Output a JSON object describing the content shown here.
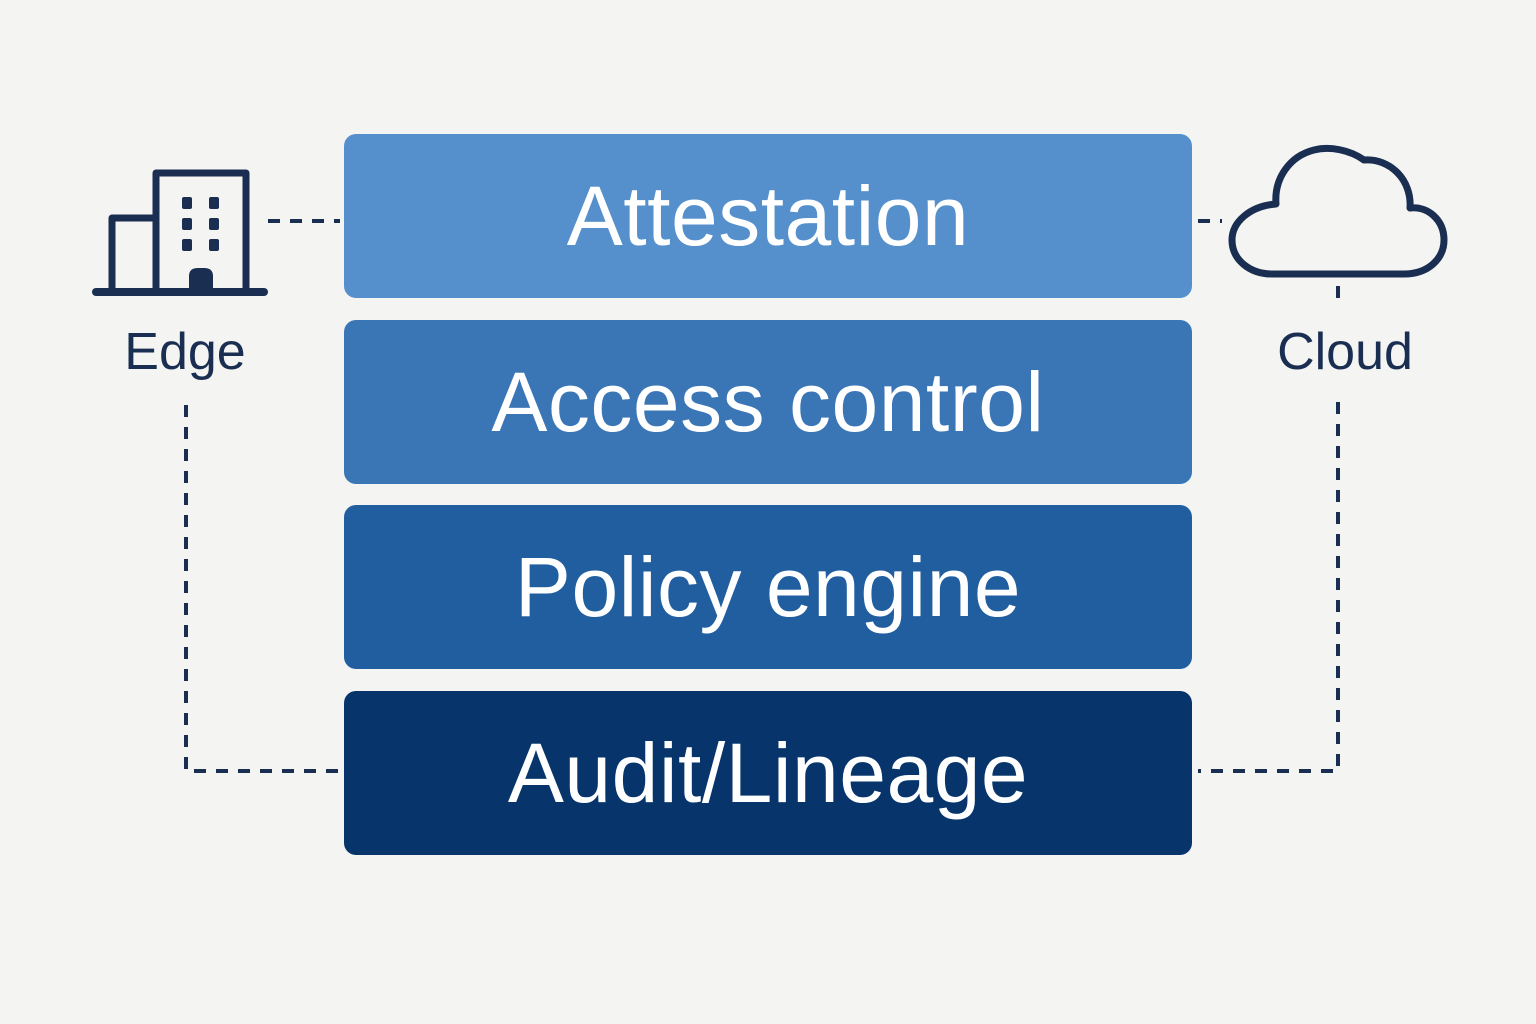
{
  "layers": [
    {
      "label": "Attestation",
      "color": "#5590cc"
    },
    {
      "label": "Access control",
      "color": "#3a76b6"
    },
    {
      "label": "Policy engine",
      "color": "#205ea0"
    },
    {
      "label": "Audit/Lineage",
      "color": "#07356b"
    }
  ],
  "endpoints": {
    "edge": {
      "label": "Edge",
      "icon": "building-icon"
    },
    "cloud": {
      "label": "Cloud",
      "icon": "cloud-icon"
    }
  },
  "colors": {
    "background": "#f4f4f2",
    "ink": "#1a2e52",
    "text_on_layer": "#ffffff"
  }
}
